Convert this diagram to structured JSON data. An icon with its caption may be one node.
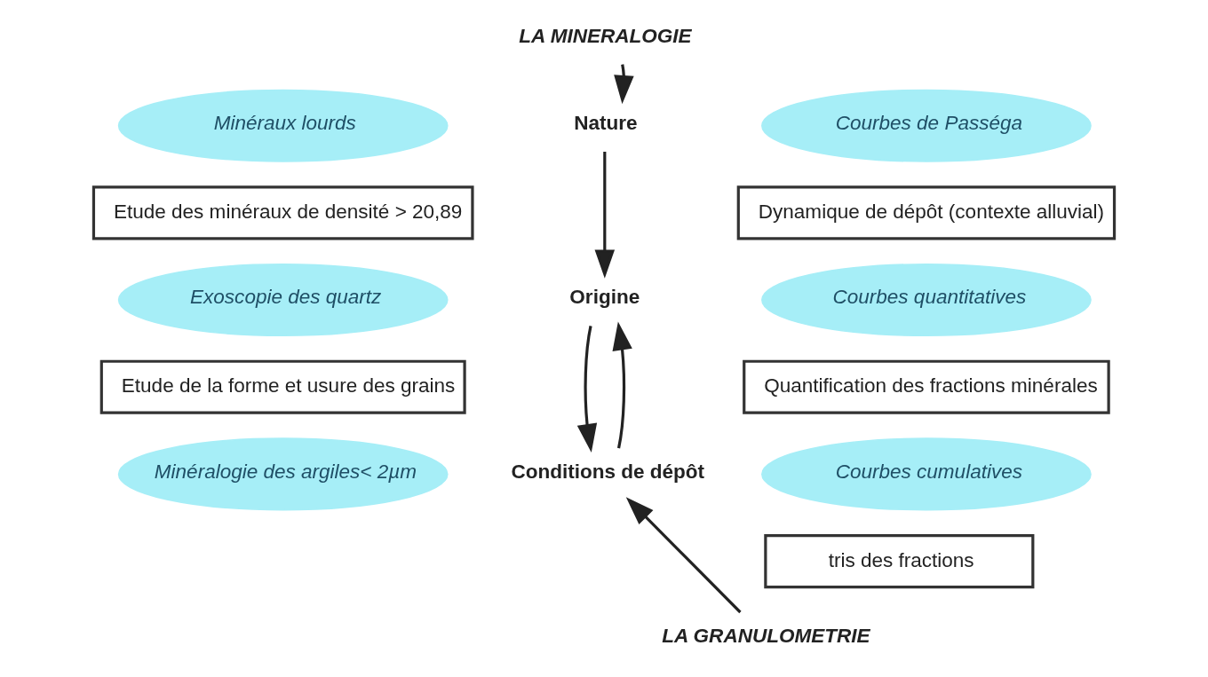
{
  "diagram": {
    "nodes": [
      {
        "text": [
          "LA MINERALOGIE"
        ]
      },
      {
        "text": [
          "Minéraux lourds"
        ]
      },
      {
        "text": [
          "Etude des minéraux de densité > 20,89"
        ]
      },
      {
        "text": [
          "Exoscopie des quartz"
        ]
      },
      {
        "text": [
          "Etude de la forme et usure des grains"
        ]
      },
      {
        "text": [
          "Minéralogie des argiles< 2µm"
        ]
      },
      {
        "text": [
          "Nature"
        ]
      },
      {
        "text": [
          "Origine"
        ]
      },
      {
        "text": [
          "Conditions de dépôt"
        ]
      },
      {
        "text": [
          "Courbes de Passéga"
        ]
      },
      {
        "text": [
          "Dynamique de dépôt (contexte alluvial)"
        ]
      },
      {
        "text": [
          "Courbes quantitatives"
        ]
      },
      {
        "text": [
          "Quantification des fractions minérales"
        ]
      },
      {
        "text": [
          "Courbes cumulatives"
        ]
      },
      {
        "text": [
          "tris des fractions"
        ]
      },
      {
        "text": [
          "LA GRANULOMETRIE"
        ]
      }
    ],
    "edges": [
      {
        "from": 0,
        "to": 6,
        "arrow": "to"
      },
      {
        "from": 6,
        "to": 7,
        "arrow": "to"
      },
      {
        "from": 7,
        "to": 8,
        "arrow": "to"
      },
      {
        "from": 8,
        "to": 7,
        "arrow": "to"
      },
      {
        "from": 15,
        "to": 8,
        "arrow": "to"
      }
    ]
  }
}
